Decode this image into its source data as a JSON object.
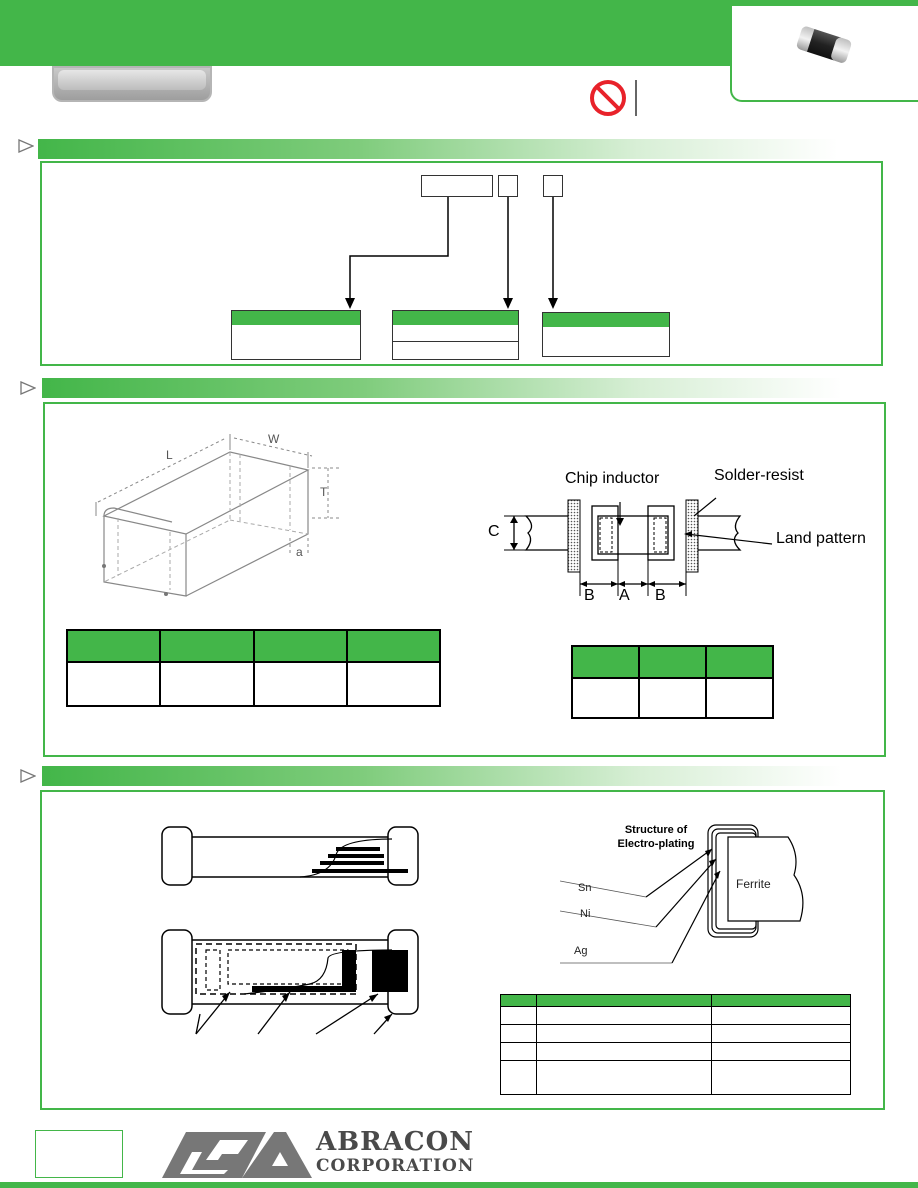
{
  "dimension_labels": {
    "length": "L",
    "width": "W",
    "thickness": "T",
    "terminal": "a"
  },
  "land_pattern_labels": {
    "chip_inductor": "Chip inductor",
    "solder_resist": "Solder-resist",
    "land_pattern": "Land pattern",
    "dim_c": "C",
    "dim_a": "A",
    "dim_b_left": "B",
    "dim_b_right": "B"
  },
  "plating_labels": {
    "title_line1": "Structure of",
    "title_line2": "Electro-plating",
    "ferrite": "Ferrite",
    "sn": "Sn",
    "ni": "Ni",
    "ag": "Ag"
  },
  "logo": {
    "line1": "ABRACON",
    "line2": "CORPORATION"
  },
  "colors": {
    "brand_green": "#43b649",
    "no_symbol_red": "#e8222a"
  },
  "icons": {
    "no_symbol": "prohibited-icon",
    "chip_image": "chip-bead-icon",
    "section_marker": "triangle-arrow-icon"
  }
}
